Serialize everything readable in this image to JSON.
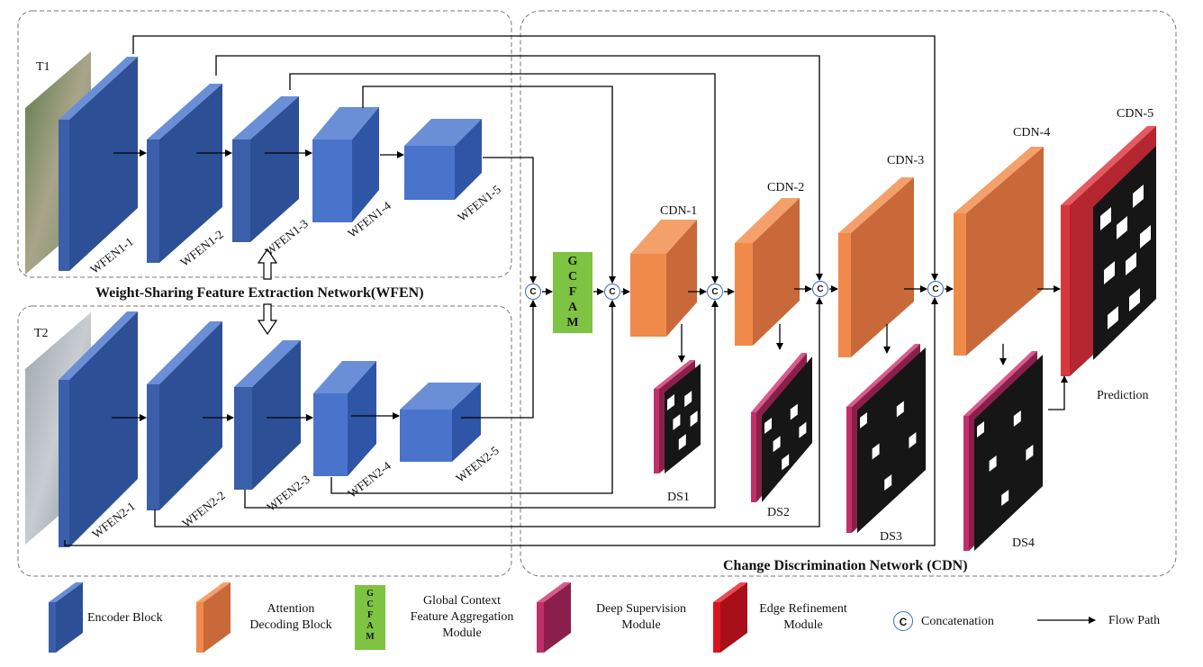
{
  "inputs": {
    "t1": "T1",
    "t2": "T2"
  },
  "wfen": {
    "title": "Weight-Sharing Feature Extraction Network(WFEN)",
    "t1_blocks": [
      "WFEN1-1",
      "WFEN1-2",
      "WFEN1-3",
      "WFEN1-4",
      "WFEN1-5"
    ],
    "t2_blocks": [
      "WFEN2-1",
      "WFEN2-2",
      "WFEN2-3",
      "WFEN2-4",
      "WFEN2-5"
    ]
  },
  "gcfam": {
    "letters": [
      "G",
      "C",
      "F",
      "A",
      "M"
    ]
  },
  "cdn": {
    "title": "Change Discrimination Network (CDN)",
    "blocks": [
      "CDN-1",
      "CDN-2",
      "CDN-3",
      "CDN-4",
      "CDN-5"
    ],
    "supervision": [
      "DS1",
      "DS2",
      "DS3",
      "DS4"
    ],
    "prediction": "Prediction"
  },
  "concat_symbol": "C",
  "legend": {
    "encoder": "Encoder Block",
    "attention": "Attention Decoding Block",
    "gcfam_letters": [
      "G",
      "C",
      "F",
      "A",
      "M"
    ],
    "gcfam": "Global Context Feature Aggregation Module",
    "deep_supervision": "Deep Supervision Module",
    "edge_refinement": "Edge Refinement Module",
    "concatenation": "Concatenation",
    "flow": "Flow Path"
  },
  "colors": {
    "encoder_front": "#3b5fa8",
    "encoder_top": "#6a8fd6",
    "encoder_side": "#2d4f96",
    "decoder_front": "#f08a4b",
    "decoder_side": "#c9693a",
    "ds_front": "#c0306a",
    "ds_side": "#8a1f4c",
    "er_front": "#d7373f",
    "gcfam": "#7ec341",
    "concat_border": "#3b6bbd"
  }
}
